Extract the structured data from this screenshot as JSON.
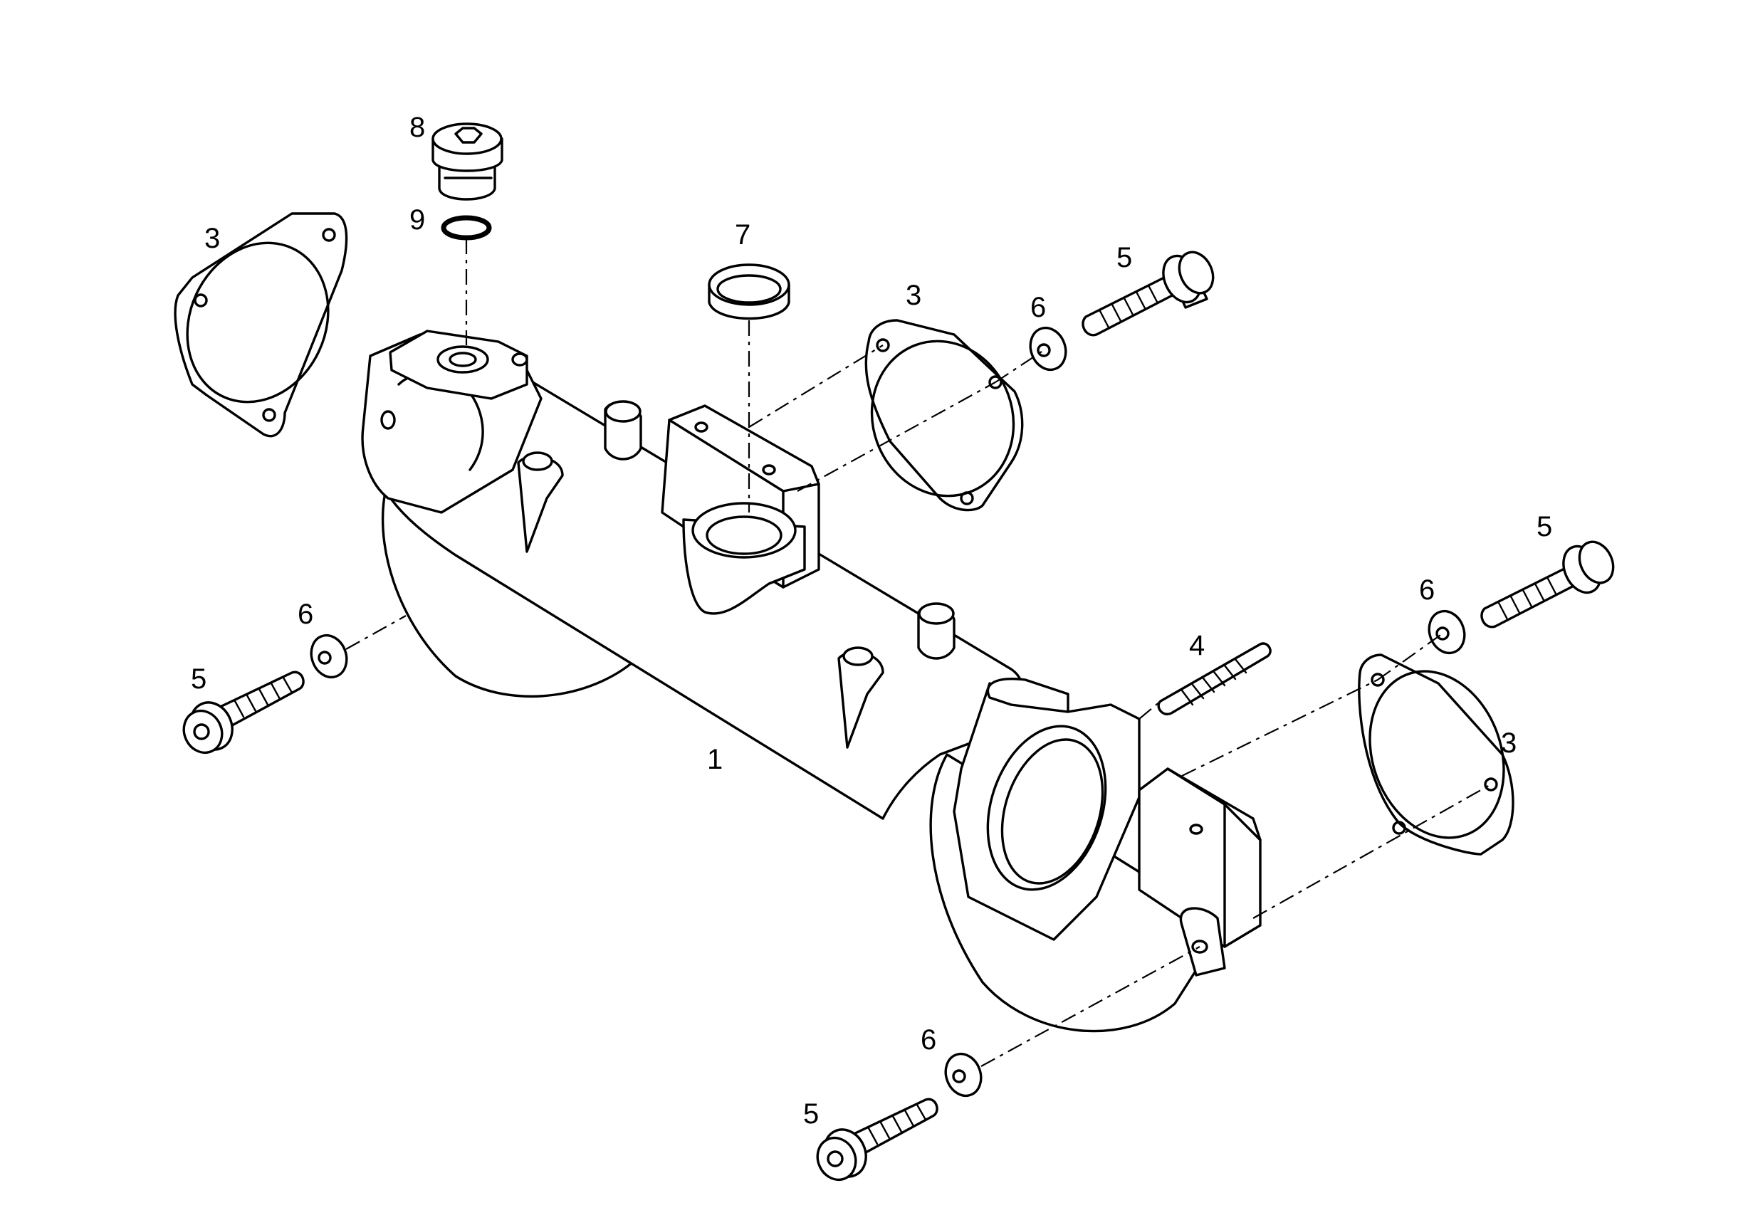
{
  "diagram": {
    "callouts": [
      {
        "id": "c1",
        "label": "1"
      },
      {
        "id": "c3a",
        "label": "3"
      },
      {
        "id": "c3b",
        "label": "3"
      },
      {
        "id": "c3c",
        "label": "3"
      },
      {
        "id": "c4",
        "label": "4"
      },
      {
        "id": "c5a",
        "label": "5"
      },
      {
        "id": "c5b",
        "label": "5"
      },
      {
        "id": "c5c",
        "label": "5"
      },
      {
        "id": "c5d",
        "label": "5"
      },
      {
        "id": "c6a",
        "label": "6"
      },
      {
        "id": "c6b",
        "label": "6"
      },
      {
        "id": "c6c",
        "label": "6"
      },
      {
        "id": "c6d",
        "label": "6"
      },
      {
        "id": "c7",
        "label": "7"
      },
      {
        "id": "c8",
        "label": "8"
      },
      {
        "id": "c9",
        "label": "9"
      }
    ]
  }
}
